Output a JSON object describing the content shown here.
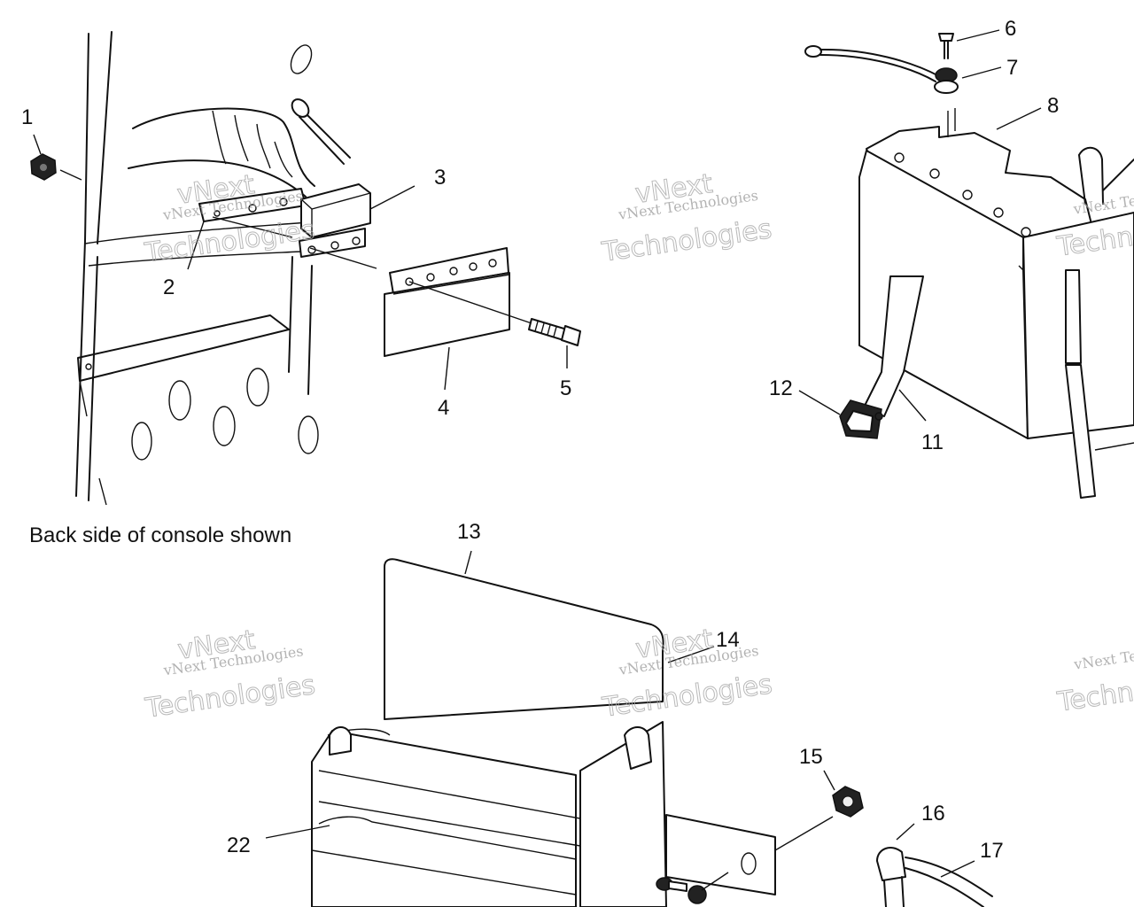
{
  "diagram": {
    "caption": "Back side of console shown",
    "watermark": {
      "line1": "vNext Technologies",
      "line2": "Technologies",
      "line3": "vNext"
    },
    "callouts": [
      "1",
      "2",
      "3",
      "4",
      "5",
      "6",
      "7",
      "8",
      "11",
      "12",
      "13",
      "14",
      "15",
      "16",
      "17",
      "22"
    ]
  }
}
